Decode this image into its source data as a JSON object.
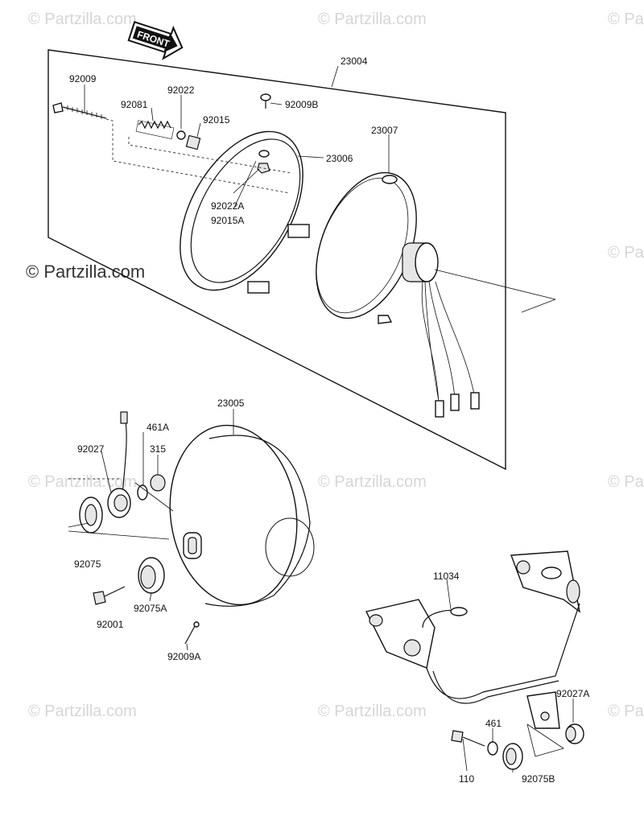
{
  "watermark": {
    "text": "© Partzilla.com",
    "prominent_text": "© Partzilla.com"
  },
  "front_arrow": {
    "label": "FRONT"
  },
  "parts": {
    "p23004": "23004",
    "p92009": "92009",
    "p92022": "92022",
    "p92081": "92081",
    "p92009B": "92009B",
    "p92015": "92015",
    "p23006": "23006",
    "p23007": "23007",
    "p92022A": "92022A",
    "p92015A": "92015A",
    "p23005": "23005",
    "p461A": "461A",
    "p92027": "92027",
    "p315": "315",
    "p92075": "92075",
    "p92075A": "92075A",
    "p92001": "92001",
    "p92009A": "92009A",
    "p11034": "11034",
    "p92027A": "92027A",
    "p461": "461",
    "p110": "110",
    "p92075B": "92075B"
  }
}
